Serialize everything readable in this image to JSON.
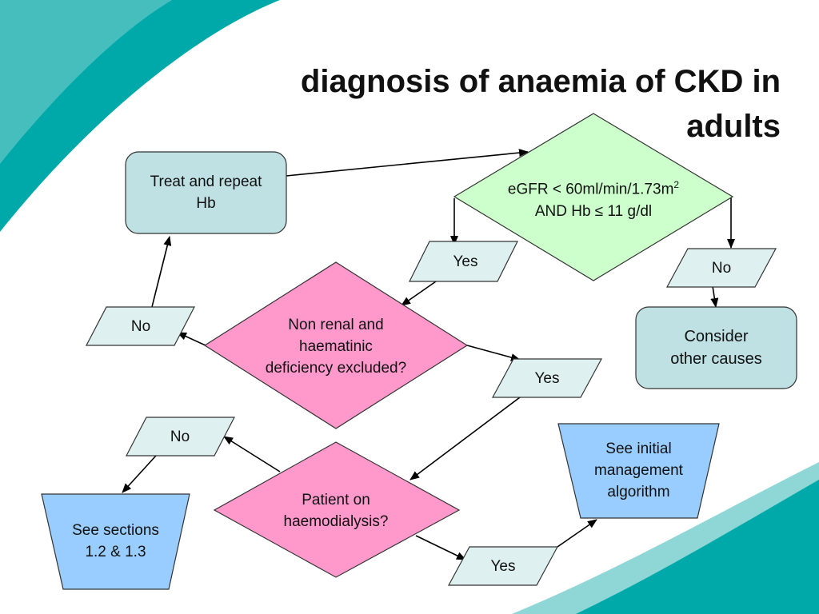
{
  "title": {
    "line1": "diagnosis of anaemia of CKD in",
    "line2": "adults"
  },
  "nodes": {
    "egfr_decision": {
      "line1": "eGFR < 60ml/min/1.73m",
      "superscript": "2",
      "line2": "AND Hb ≤ 11 g/dl"
    },
    "treat_repeat": {
      "line1": "Treat and repeat",
      "line2": "Hb"
    },
    "yes_egfr": {
      "label": "Yes"
    },
    "no_egfr": {
      "label": "No"
    },
    "consider_other": {
      "line1": "Consider",
      "line2": "other causes"
    },
    "non_renal_decision": {
      "line1": "Non renal and",
      "line2": "haematinic",
      "line3": "deficiency excluded?"
    },
    "no_non_renal": {
      "label": "No"
    },
    "yes_non_renal": {
      "label": "Yes"
    },
    "haemodialysis_decision": {
      "line1": "Patient on",
      "line2": "haemodialysis?"
    },
    "no_haemodialysis": {
      "label": "No"
    },
    "yes_haemodialysis": {
      "label": "Yes"
    },
    "see_sections": {
      "line1": "See sections",
      "line2": "1.2 & 1.3"
    },
    "see_initial": {
      "line1": "See initial",
      "line2": "management",
      "line3": "algorithm"
    }
  },
  "colors": {
    "teal_dark": "#00a9a9",
    "teal_light": "#8fd6d6",
    "box_teal": "#bfe1e3",
    "diamond_green": "#ccffcc",
    "diamond_pink": "#ff99cc",
    "para_fill": "#dff0f0",
    "trap_blue": "#99ccff"
  }
}
